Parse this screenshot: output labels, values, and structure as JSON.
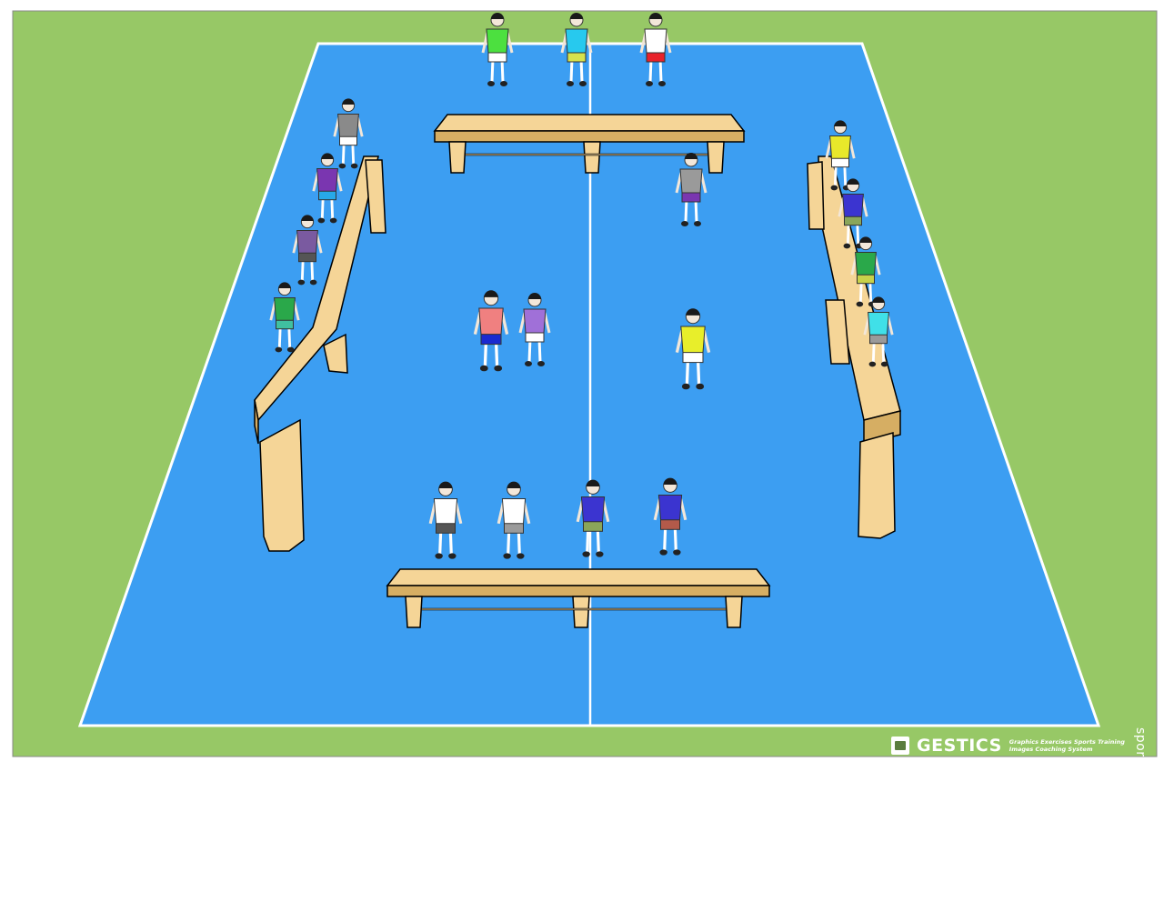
{
  "scene": {
    "colors": {
      "grass": "#97c866",
      "court": "#3c9ef2",
      "lines": "#ffffff",
      "bench": "#f5d597",
      "bench_shadow": "#d6ae63",
      "outline": "#000000"
    },
    "benches": [
      {
        "id": "top"
      },
      {
        "id": "bottom"
      },
      {
        "id": "left"
      },
      {
        "id": "right"
      }
    ],
    "players": [
      {
        "group": "top-bench",
        "shirt": "#4ce03f",
        "shorts": "#ffffff"
      },
      {
        "group": "top-bench",
        "shirt": "#27c9ee",
        "shorts": "#d6e24d"
      },
      {
        "group": "top-bench",
        "shirt": "#ffffff",
        "shorts": "#e8222a"
      },
      {
        "group": "bottom-bench",
        "shirt": "#ffffff",
        "shorts": "#555555"
      },
      {
        "group": "bottom-bench",
        "shirt": "#ffffff",
        "shorts": "#9a9a9a"
      },
      {
        "group": "bottom-bench",
        "shirt": "#3b34d0",
        "shorts": "#8aa65a"
      },
      {
        "group": "bottom-bench",
        "shirt": "#3b34d0",
        "shorts": "#b35a4a"
      },
      {
        "group": "left-bench",
        "shirt": "#8a8a8a",
        "shorts": "#ffffff"
      },
      {
        "group": "left-bench",
        "shirt": "#7a36b0",
        "shorts": "#27a8e8"
      },
      {
        "group": "left-bench",
        "shirt": "#7a5aa0",
        "shorts": "#555555"
      },
      {
        "group": "left-bench",
        "shirt": "#2aa84a",
        "shorts": "#40c0a0"
      },
      {
        "group": "right-bench",
        "shirt": "#e8e82a",
        "shorts": "#ffffff"
      },
      {
        "group": "right-bench",
        "shirt": "#3b34d0",
        "shorts": "#8aa65a"
      },
      {
        "group": "right-bench",
        "shirt": "#2aa84a",
        "shorts": "#c8d24a"
      },
      {
        "group": "right-bench",
        "shirt": "#40e0e8",
        "shorts": "#9a9a9a"
      },
      {
        "group": "court",
        "shirt": "#f08080",
        "shorts": "#1a2ad0"
      },
      {
        "group": "court",
        "shirt": "#a070d8",
        "shorts": "#ffffff"
      },
      {
        "group": "court",
        "shirt": "#9a9a9a",
        "shorts": "#7a36b0"
      },
      {
        "group": "court",
        "shirt": "#e8ee2a",
        "shorts": "#ffffff"
      }
    ]
  },
  "watermark": {
    "side_text": "sportscoachingsystem.com",
    "brand_name": "GESTICS",
    "tagline_1": "Graphics Exercises Sports Training",
    "tagline_2": "Images Coaching System"
  }
}
